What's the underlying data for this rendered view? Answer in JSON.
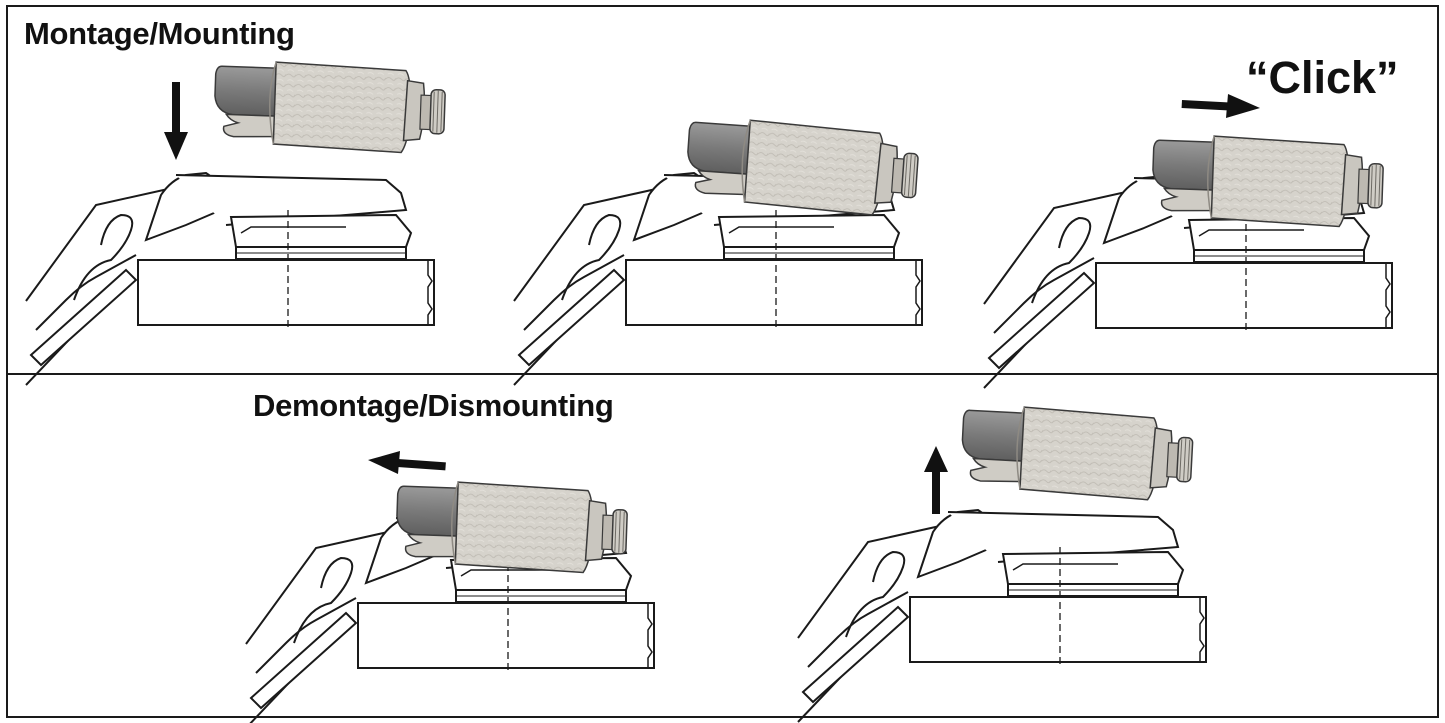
{
  "labels": {
    "mounting": "Montage/Mounting",
    "click": "“Click”",
    "dismounting": "Demontage/Dismounting"
  },
  "steps": [
    {
      "id": "mount-1",
      "section": "mounting",
      "arrow": "down"
    },
    {
      "id": "mount-2",
      "section": "mounting",
      "arrow": "none"
    },
    {
      "id": "mount-3",
      "section": "mounting",
      "arrow": "right"
    },
    {
      "id": "dismount-1",
      "section": "dismounting",
      "arrow": "left"
    },
    {
      "id": "dismount-2",
      "section": "dismounting",
      "arrow": "up"
    }
  ],
  "colors": {
    "line": "#1a1a1a",
    "body_metal": "#d6d3cc",
    "metal_shade": "#b9b5ad",
    "cap_gray": "#7c7c7c",
    "knob": "#c4c1ba"
  }
}
